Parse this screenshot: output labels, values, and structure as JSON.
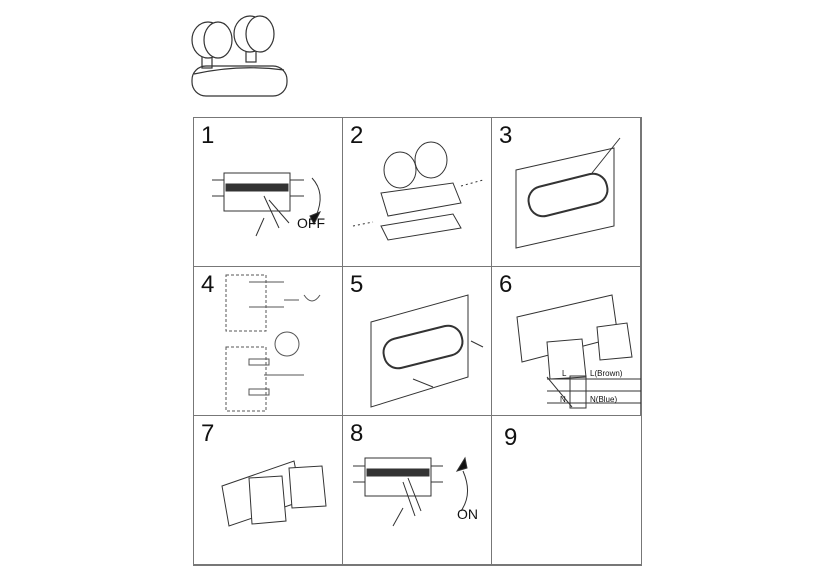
{
  "steps": [
    {
      "number": "1",
      "label": "OFF"
    },
    {
      "number": "2"
    },
    {
      "number": "3"
    },
    {
      "number": "4"
    },
    {
      "number": "5"
    },
    {
      "number": "6",
      "wire_labels": [
        "L",
        "L(Brown)",
        "N",
        "N(Blue)"
      ]
    },
    {
      "number": "7"
    },
    {
      "number": "8",
      "label": "ON"
    },
    {
      "number": "9"
    }
  ]
}
